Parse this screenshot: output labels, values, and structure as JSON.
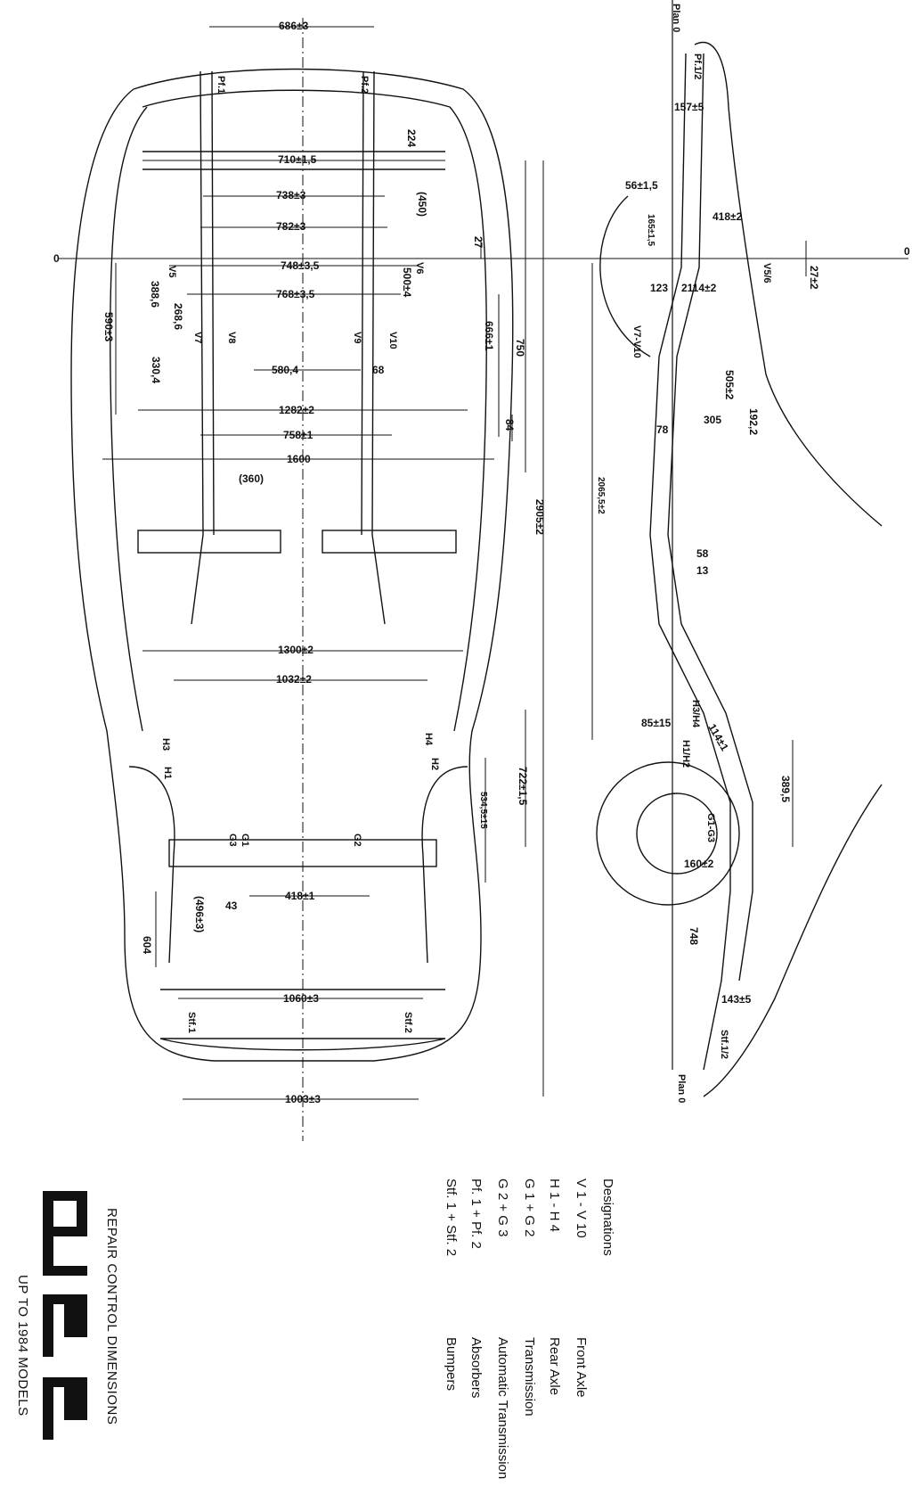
{
  "plan_view": {
    "dimensions": [
      "686±3",
      "224",
      "710±1,5",
      "738±3",
      "782±3",
      "(450)",
      "27",
      "748±3,5",
      "768±3,5",
      "500±4",
      "388,6",
      "268,6",
      "590±3",
      "666±1",
      "750",
      "580,4",
      "68",
      "330,4",
      "1282±2",
      "84",
      "758±1",
      "1600",
      "(360)",
      "2905±2",
      "1300±2",
      "1032±2",
      "722±1,5",
      "534,5±15",
      "(496±3)",
      "43",
      "418±1",
      "604",
      "1060±3",
      "1003±3"
    ],
    "points": [
      "Pf.1",
      "Pf.2",
      "V5",
      "V6",
      "V7",
      "V8",
      "V9",
      "V10",
      "H1",
      "H2",
      "H3",
      "H4",
      "G1",
      "G2",
      "G3",
      "Stf.1",
      "Stf.2"
    ],
    "axis_label": "0"
  },
  "side_view": {
    "plan_top": "Plan 0",
    "plan_bottom": "Plan 0",
    "axis_label": "0",
    "dimensions": [
      "157±5",
      "56±1,5",
      "418±2",
      "165±1,5",
      "27±2",
      "123",
      "2114±2",
      "505±2",
      "192,2",
      "305",
      "78",
      "2065,5±2",
      "58",
      "13",
      "85±15",
      "114±1",
      "389,5",
      "160±2",
      "748",
      "143±5"
    ],
    "points": [
      "Pf.1/2",
      "V5/6",
      "V7-V10",
      "H3/H4",
      "H1/H2",
      "G1-G3",
      "Stf.1/2"
    ]
  },
  "legend": {
    "heading": "Designations",
    "rows": [
      {
        "code": "V 1  -  V 10",
        "desc": "Front Axle"
      },
      {
        "code": "H 1  -  H 4",
        "desc": "Rear Axle"
      },
      {
        "code": "G 1  +  G 2",
        "desc": "Transmission"
      },
      {
        "code": "G 2  +  G 3",
        "desc": "Automatic Transmission"
      },
      {
        "code": "Pf. 1 + Pf. 2",
        "desc": "Absorbers"
      },
      {
        "code": "Stf. 1 + Stf. 2",
        "desc": "Bumpers"
      }
    ]
  },
  "title_block": {
    "logo": "944",
    "title": "REPAIR CONTROL DIMENSIONS",
    "subtitle": "UP TO 1984 MODELS"
  }
}
